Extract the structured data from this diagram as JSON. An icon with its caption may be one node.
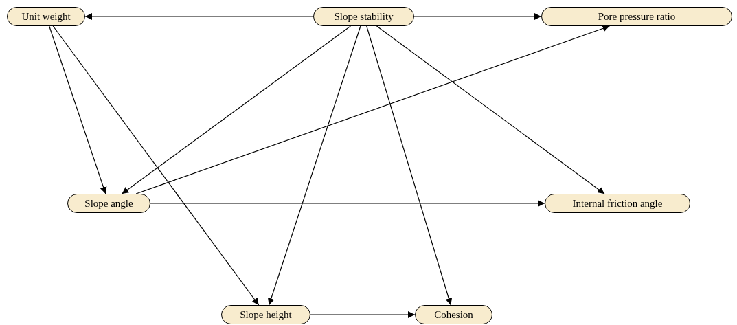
{
  "diagram": {
    "nodes": [
      {
        "text": [
          "Unit weight"
        ]
      },
      {
        "text": [
          "Slope stability"
        ]
      },
      {
        "text": [
          "Pore pressure ratio"
        ]
      },
      {
        "text": [
          "Slope angle"
        ]
      },
      {
        "text": [
          "Internal friction angle"
        ]
      },
      {
        "text": [
          "Slope height"
        ]
      },
      {
        "text": [
          "Cohesion"
        ]
      }
    ],
    "edges": [
      {
        "from": 1,
        "to": 0,
        "arrow": "to"
      },
      {
        "from": 1,
        "to": 2,
        "arrow": "to"
      },
      {
        "from": 0,
        "to": 3,
        "arrow": "to"
      },
      {
        "from": 0,
        "to": 5,
        "arrow": "to"
      },
      {
        "from": 1,
        "to": 3,
        "arrow": "to"
      },
      {
        "from": 1,
        "to": 5,
        "arrow": "to"
      },
      {
        "from": 1,
        "to": 6,
        "arrow": "to"
      },
      {
        "from": 1,
        "to": 4,
        "arrow": "to"
      },
      {
        "from": 3,
        "to": 2,
        "arrow": "to"
      },
      {
        "from": 3,
        "to": 4,
        "arrow": "to"
      },
      {
        "from": 5,
        "to": 6,
        "arrow": "to"
      }
    ]
  }
}
